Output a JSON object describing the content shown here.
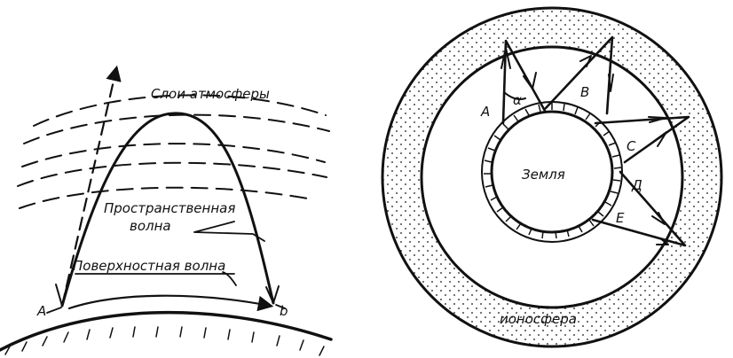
{
  "left_diagram": {
    "atmosphere_layers_label": "Слои атмосферы",
    "space_wave_label_line1": "Пространственная",
    "space_wave_label_line2": "волна",
    "surface_wave_label": "Поверхностная волна",
    "point_a_label": "А",
    "point_b_label": "b"
  },
  "right_diagram": {
    "earth_label": "Земля",
    "ionosphere_label": "ионосфера",
    "angle_label": "α",
    "path_labels": {
      "a": "А",
      "b": "В",
      "c": "С",
      "d": "Д",
      "e": "Е"
    }
  },
  "colors": {
    "ink": "#111111",
    "background": "#ffffff"
  }
}
